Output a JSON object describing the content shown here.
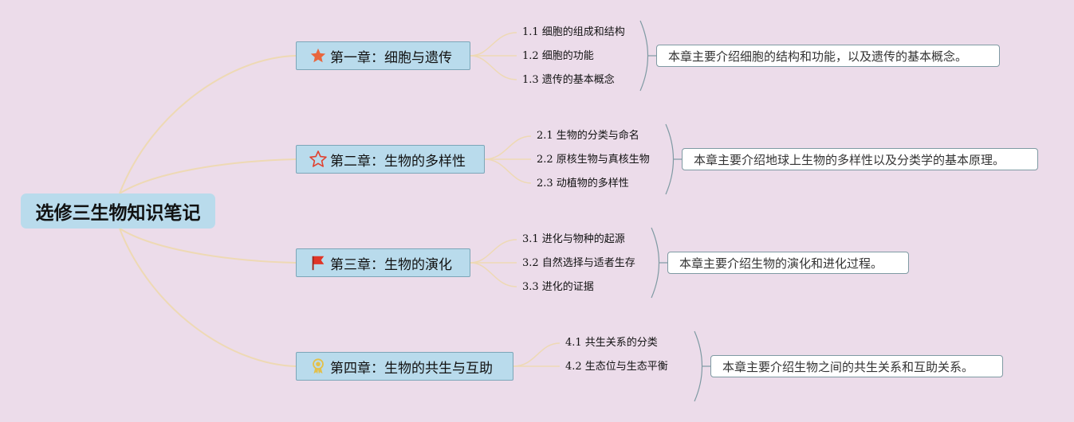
{
  "colors": {
    "background": "#ecdcea",
    "node_fill": "#b9dbec",
    "node_border": "#7ca6b8",
    "link": "#eed9b4",
    "bracket": "#7f9aa3",
    "star_icon": "#e8663d",
    "star_outline_icon": "#e0412f",
    "flag_icon": "#e03527",
    "badge_icon": "#e3c04a"
  },
  "root": {
    "title": "选修三生物知识笔记"
  },
  "chapters": [
    {
      "icon": "star-icon",
      "title": "第一章：细胞与遗传",
      "topics": [
        "1.1 细胞的组成和结构",
        "1.2 细胞的功能",
        "1.3 遗传的基本概念"
      ],
      "summary": "本章主要介绍细胞的结构和功能，以及遗传的基本概念。"
    },
    {
      "icon": "star-outline-icon",
      "title": "第二章：生物的多样性",
      "topics": [
        "2.1 生物的分类与命名",
        "2.2 原核生物与真核生物",
        "2.3 动植物的多样性"
      ],
      "summary": "本章主要介绍地球上生物的多样性以及分类学的基本原理。"
    },
    {
      "icon": "flag-icon",
      "title": "第三章：生物的演化",
      "topics": [
        "3.1 进化与物种的起源",
        "3.2 自然选择与适者生存",
        "3.3 进化的证据"
      ],
      "summary": "本章主要介绍生物的演化和进化过程。"
    },
    {
      "icon": "badge-icon",
      "title": "第四章：生物的共生与互助",
      "topics": [
        "4.1 共生关系的分类",
        "4.2 生态位与生态平衡"
      ],
      "summary": "本章主要介绍生物之间的共生关系和互助关系。"
    }
  ]
}
